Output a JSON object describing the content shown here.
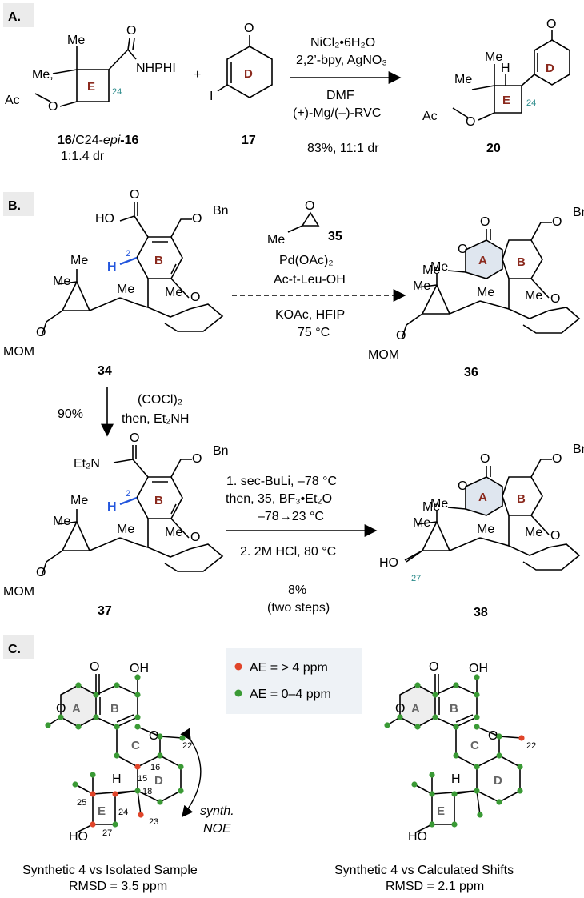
{
  "panels": {
    "A": {
      "tag": "A.",
      "sm1": {
        "me_top": "Me",
        "me_left": "Me,",
        "carbonyl_o": "O",
        "amide": "NHPHI",
        "ring": "E",
        "pos": "24",
        "ac": "Ac",
        "o": "O"
      },
      "plus": "+",
      "sm2": {
        "o": "O",
        "i": "I",
        "ring": "D"
      },
      "conditions": [
        "NiCl₂•6H₂O",
        "2,2’-bpy, AgNO₃",
        "DMF",
        "(+)-Mg/(–)-RVC"
      ],
      "yield": "83%, 11:1 dr",
      "prod": {
        "o": "O",
        "me_top": "Me",
        "me_left": "Me",
        "h": "H",
        "ring_e": "E",
        "ring_d": "D",
        "pos": "24",
        "ac": "Ac",
        "o2": "O"
      },
      "label_sm1_bold": "16",
      "label_sm1_rest": "/C24-",
      "label_sm1_epi": "epi",
      "label_sm1_num": "-16",
      "label_sm1_dr": "1:1.4 dr",
      "label_sm2": "17",
      "label_prod": "20"
    },
    "B": {
      "tag": "B.",
      "c34": {
        "ho": "HO",
        "o": "O",
        "obn": "O",
        "bn": "Bn",
        "ring": "B",
        "h": "H",
        "pos": "2",
        "me1": "Me",
        "me2": "Me",
        "me3": "Me",
        "me4": "Me",
        "o_ring": "O",
        "o_mom": "O",
        "mom": "MOM",
        "label": "34"
      },
      "epoxide": {
        "o": "O",
        "me": "Me",
        "label": "35"
      },
      "conditions_top": [
        "Pd(OAc)₂",
        "Ac-t-Leu-OH",
        "KOAc, HFIP",
        "75 °C"
      ],
      "c36": {
        "o": "O",
        "o2": "O",
        "obn": "O",
        "bn": "Bn",
        "ring_a": "A",
        "ring_b": "B",
        "me": "Me",
        "me1": "Me",
        "me2": "Me",
        "me3": "Me",
        "me4": "Me",
        "o_ring": "O",
        "o_mom": "O",
        "mom": "MOM",
        "label": "36"
      },
      "down_yield": "90%",
      "down_cond": [
        "(COCl)₂",
        "then, Et₂NH"
      ],
      "c37": {
        "o": "O",
        "et2n": "Et₂N",
        "obn": "O",
        "bn": "Bn",
        "ring": "B",
        "h": "H",
        "pos": "2",
        "me1": "Me",
        "me2": "Me",
        "me3": "Me",
        "me4": "Me",
        "o_ring": "O",
        "o_mom": "O",
        "mom": "MOM",
        "label": "37"
      },
      "conditions_bottom": [
        "1. sec-BuLi, –78 °C",
        "then, 35, BF₃•Et₂O",
        "–78→23 °C",
        "2. 2M HCl, 80 °C"
      ],
      "bottom_yield": [
        "8%",
        "(two steps)"
      ],
      "c38": {
        "o": "O",
        "o2": "O",
        "obn": "O",
        "bn": "Bn",
        "ring_a": "A",
        "ring_b": "B",
        "me": "Me",
        "me1": "Me",
        "me2": "Me",
        "me3": "Me",
        "me4": "Me",
        "o_ring": "O",
        "ho": "HO",
        "pos": "27",
        "label": "38"
      }
    },
    "C": {
      "tag": "C.",
      "legend": [
        {
          "text": "AE = > 4 ppm",
          "color": "#e0452a"
        },
        {
          "text": "AE = 0–4 ppm",
          "color": "#3a9a35"
        }
      ],
      "left": {
        "o": "O",
        "oh": "OH",
        "o_ring": "O",
        "ring_a": "A",
        "ring_b": "B",
        "ring_c": "C",
        "ring_d": "D",
        "ring_e": "E",
        "h": "H",
        "ho": "HO",
        "o2": "O",
        "n22": "22",
        "n16": "16",
        "n15": "15",
        "n18": "18",
        "n25": "25",
        "n24": "24",
        "n27": "27",
        "n23": "23",
        "noe": [
          "synth.",
          "NOE"
        ],
        "caption": [
          "Synthetic 4 vs Isolated Sample",
          "RMSD = 3.5 ppm"
        ]
      },
      "right": {
        "o": "O",
        "oh": "OH",
        "o_ring": "O",
        "ring_a": "A",
        "ring_b": "B",
        "ring_c": "C",
        "ring_d": "D",
        "ring_e": "E",
        "h": "H",
        "ho": "HO",
        "o2": "O",
        "n22": "22",
        "caption": [
          "Synthetic 4 vs Calculated Shifts",
          "RMSD = 2.1 ppm"
        ]
      }
    }
  }
}
